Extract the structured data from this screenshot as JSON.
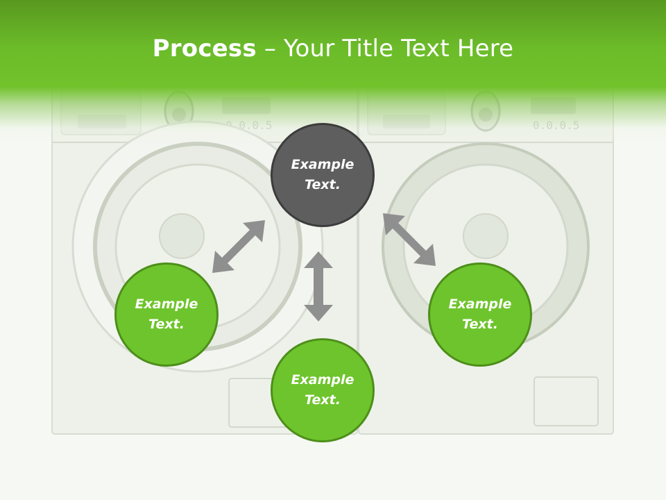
{
  "title": {
    "bold": "Process",
    "separator": " – ",
    "rest": "Your Title Text Here"
  },
  "nodes": {
    "top": "Example\nText.",
    "left": "Example\nText.",
    "right": "Example\nText.",
    "bottom": "Example\nText."
  },
  "colors": {
    "header_green": "#6cbc2a",
    "node_green": "#6ec42c",
    "node_green_border": "#4d8f1a",
    "node_gray": "#5e5e5e",
    "node_gray_border": "#3c3c3c",
    "arrow_gray": "#8f8f8f"
  },
  "icons": {
    "arrows": "double-headed-arrow"
  }
}
